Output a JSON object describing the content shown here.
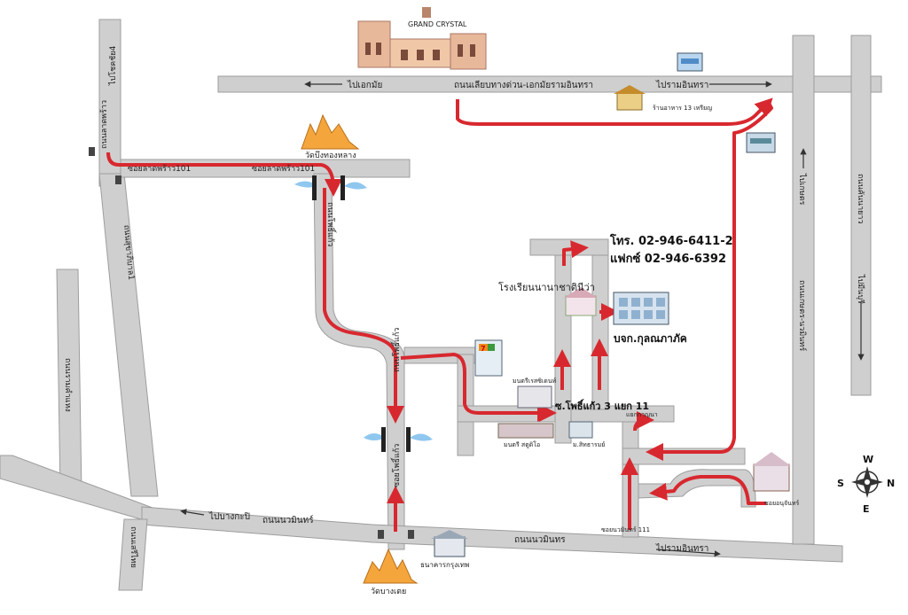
{
  "map": {
    "phone": "โทร. 02-946-6411-2",
    "fax": "แฟกซ์ 02-946-6392",
    "company": "บจก.กุลณภาภัค",
    "school": "โรงเรียนนานาชาตินีว่า",
    "soi_label": "ซ.โพธิ์แก้ว 3 แยก 11",
    "hotel": "GRAND CRYSTAL",
    "roads": {
      "expressway": "ถนนเลียบทางด่วน-เอกมัยรามอินทรา",
      "to_ekkamai": "ไปเอกมัย",
      "to_ramintra_top": "ไปรามอินทรา",
      "lat_phrao_101_a": "ซอยลาดพร้าว101",
      "lat_phrao_101_b": "ซอยลาดพร้าว101",
      "lat_phrao": "ถนนลาดพร้าว",
      "to_chokchai": "ไปโชคชัย4",
      "pho_kaeo_1": "ถนนโพธิ์แก้ว",
      "pho_kaeo_2": "ถนนโพธิ์แก้ว",
      "soi_pho_kaeo": "ซอยโพธิ์แก้ว",
      "ramkhamhaeng": "ถนนรามคำแหง",
      "sukhaphiban1": "ถนนสุขาภิบาล1",
      "serithai": "ถนนเสรีไทย",
      "nawamin_left": "ถนนนวมินทร์",
      "nawamin_right": "ถนนนวมินทร",
      "to_bangkapi": "ไปบางกะปิ",
      "to_ramintra_bottom": "ไปรามอินทรา",
      "kaset_nawamin": "ถนนเกษตร-นวมินทร์",
      "to_kaset": "ไปเกษตร",
      "khan_na_yao": "ถนนคันนายาว",
      "to_minburi": "ไปมีนบุรี",
      "soi_nawamin_111": "ซอยนวมินทร์ 111",
      "soi_chamchan": "ซอยอนุจันทร์",
      "soi_kanchana": "แยกกาญนา"
    },
    "landmarks": {
      "temple_top": "วัดบึงทองหลาง",
      "temple_bottom": "วัดบางเตย",
      "bank": "ธนาคารกรุงเทพ",
      "restaurant": "ร้านอาหาร 13 เหรียญ",
      "market": "มนตรีเรสซิเดนท์",
      "montri_studio": "มนตรี สตูดิโอ",
      "sittharam": "ม.สิทธารมย์"
    },
    "compass": {
      "n": "N",
      "s": "S",
      "e": "E",
      "w": "W"
    },
    "colors": {
      "road": "#cfcfcf",
      "route": "#d8282f",
      "water": "#8fc7ef"
    }
  }
}
